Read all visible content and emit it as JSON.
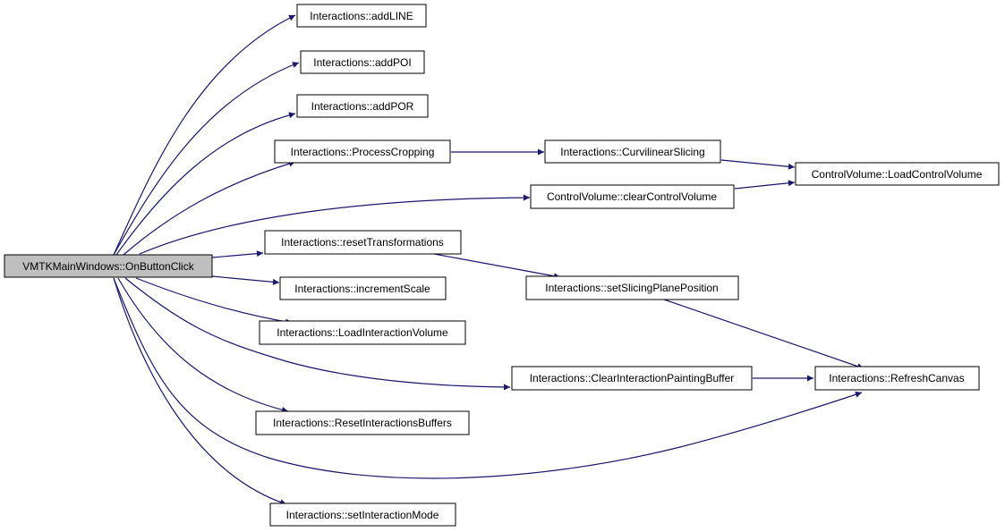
{
  "graph": {
    "root": {
      "id": "root",
      "label": "VMTKMainWindows::OnButtonClick"
    },
    "nodes": [
      {
        "id": "addLINE",
        "label": "Interactions::addLINE"
      },
      {
        "id": "addPOI",
        "label": "Interactions::addPOI"
      },
      {
        "id": "addPOR",
        "label": "Interactions::addPOR"
      },
      {
        "id": "processCropping",
        "label": "Interactions::ProcessCropping"
      },
      {
        "id": "curvilinearSlicing",
        "label": "Interactions::CurvilinearSlicing"
      },
      {
        "id": "loadControlVolume",
        "label": "ControlVolume::LoadControlVolume"
      },
      {
        "id": "clearControlVolume",
        "label": "ControlVolume::clearControlVolume"
      },
      {
        "id": "resetTransformations",
        "label": "Interactions::resetTransformations"
      },
      {
        "id": "setSlicingPlanePosition",
        "label": "Interactions::setSlicingPlanePosition"
      },
      {
        "id": "incrementScale",
        "label": "Interactions::incrementScale"
      },
      {
        "id": "loadInteractionVolume",
        "label": "Interactions::LoadInteractionVolume"
      },
      {
        "id": "clearInteractionPaintingBuffer",
        "label": "Interactions::ClearInteractionPaintingBuffer"
      },
      {
        "id": "refreshCanvas",
        "label": "Interactions::RefreshCanvas"
      },
      {
        "id": "resetInteractionsBuffers",
        "label": "Interactions::ResetInteractionsBuffers"
      },
      {
        "id": "setInteractionMode",
        "label": "Interactions::setInteractionMode"
      }
    ],
    "edges": [
      {
        "from": "root",
        "to": "addLINE"
      },
      {
        "from": "root",
        "to": "addPOI"
      },
      {
        "from": "root",
        "to": "addPOR"
      },
      {
        "from": "root",
        "to": "processCropping"
      },
      {
        "from": "root",
        "to": "clearControlVolume"
      },
      {
        "from": "root",
        "to": "resetTransformations"
      },
      {
        "from": "root",
        "to": "incrementScale"
      },
      {
        "from": "root",
        "to": "loadInteractionVolume"
      },
      {
        "from": "root",
        "to": "clearInteractionPaintingBuffer"
      },
      {
        "from": "root",
        "to": "resetInteractionsBuffers"
      },
      {
        "from": "root",
        "to": "refreshCanvas"
      },
      {
        "from": "root",
        "to": "setInteractionMode"
      },
      {
        "from": "processCropping",
        "to": "curvilinearSlicing"
      },
      {
        "from": "curvilinearSlicing",
        "to": "loadControlVolume"
      },
      {
        "from": "clearControlVolume",
        "to": "loadControlVolume"
      },
      {
        "from": "resetTransformations",
        "to": "setSlicingPlanePosition"
      },
      {
        "from": "setSlicingPlanePosition",
        "to": "refreshCanvas"
      },
      {
        "from": "clearInteractionPaintingBuffer",
        "to": "refreshCanvas"
      }
    ],
    "colors": {
      "edge": "#191970",
      "root_fill": "#bfbfbf",
      "node_fill": "#ffffff",
      "border": "#000000"
    }
  }
}
